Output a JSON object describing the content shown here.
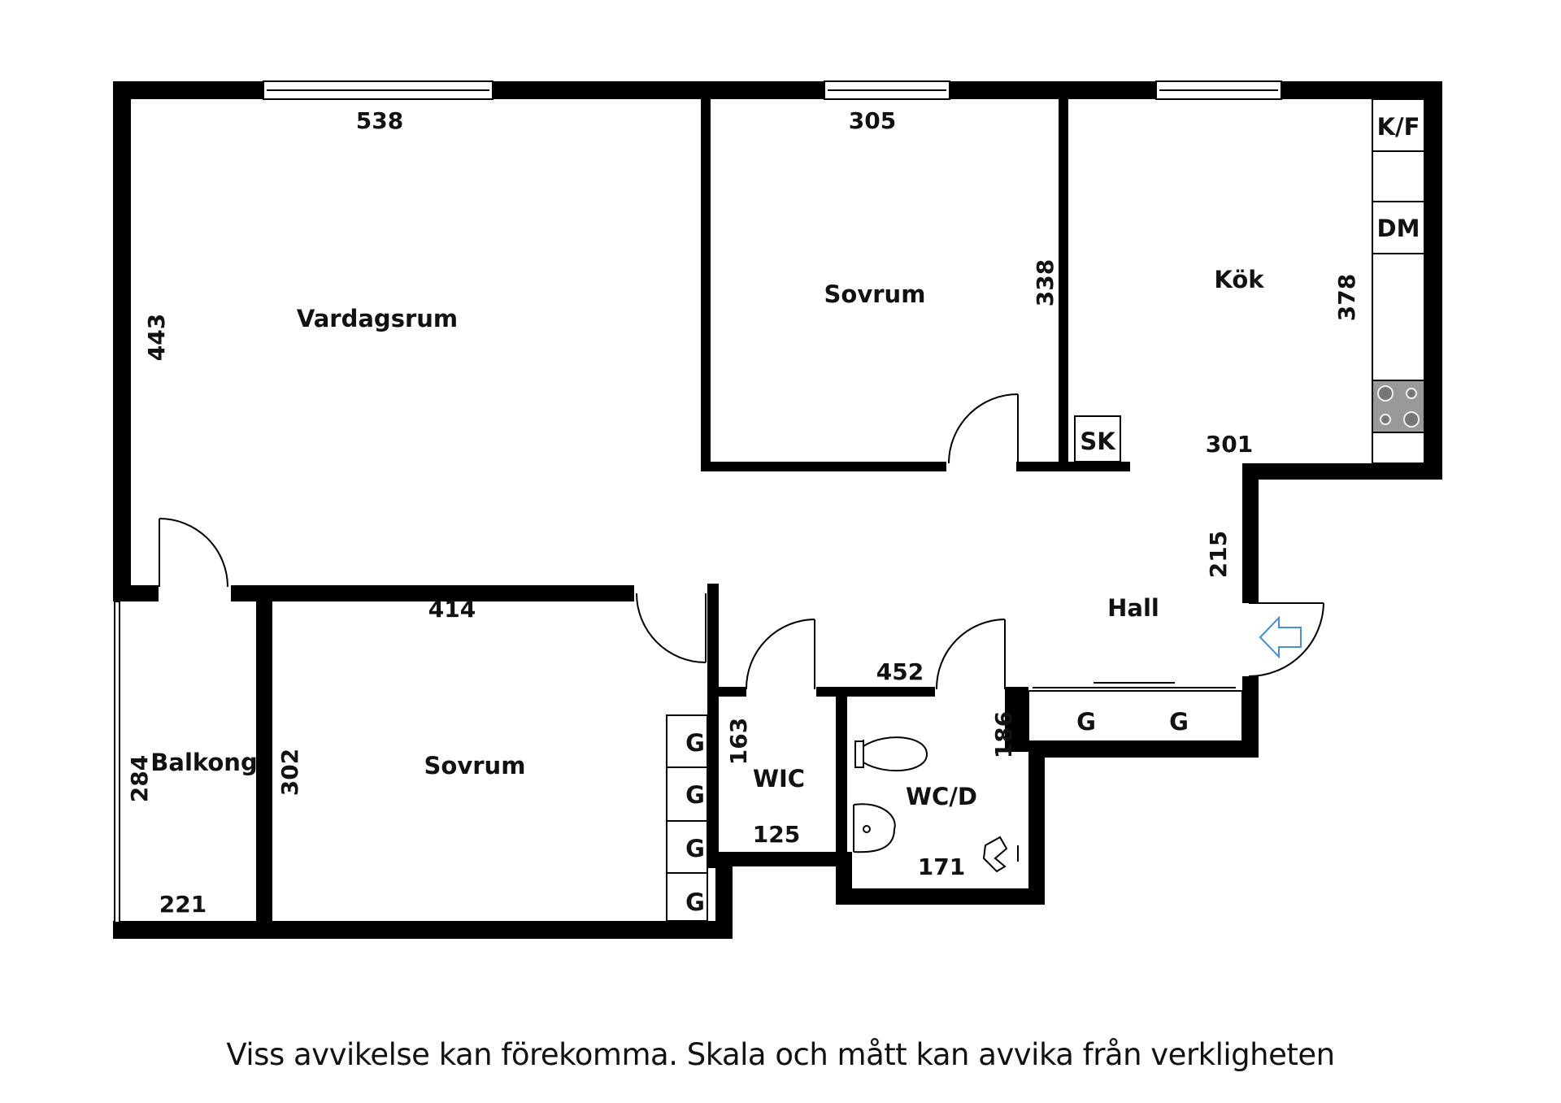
{
  "rooms": {
    "vardagsrum": "Vardagsrum",
    "sovrum_top": "Sovrum",
    "kok": "Kök",
    "hall": "Hall",
    "balkong": "Balkong",
    "sovrum_bottom": "Sovrum",
    "wic": "WIC",
    "wcd": "WC/D"
  },
  "dimensions": {
    "vardagsrum_width": "538",
    "vardagsrum_depth": "443",
    "sovrum_top_width": "305",
    "sovrum_top_depth": "338",
    "kok_depth": "378",
    "kok_width": "301",
    "hall_depth": "215",
    "hall_width": "452",
    "sovrum_bottom_width": "414",
    "sovrum_bottom_depth": "302",
    "balkong_depth": "284",
    "balkong_width": "221",
    "wic_depth": "163",
    "wic_width": "125",
    "wcd_depth": "186",
    "wcd_width": "171"
  },
  "fixtures": {
    "fridge_freezer": "K/F",
    "dishwasher": "DM",
    "closet_sk": "SK",
    "wardrobe": "G"
  },
  "disclaimer": "Viss avvikelse kan förekomma. Skala och mått kan avvika från verkligheten"
}
